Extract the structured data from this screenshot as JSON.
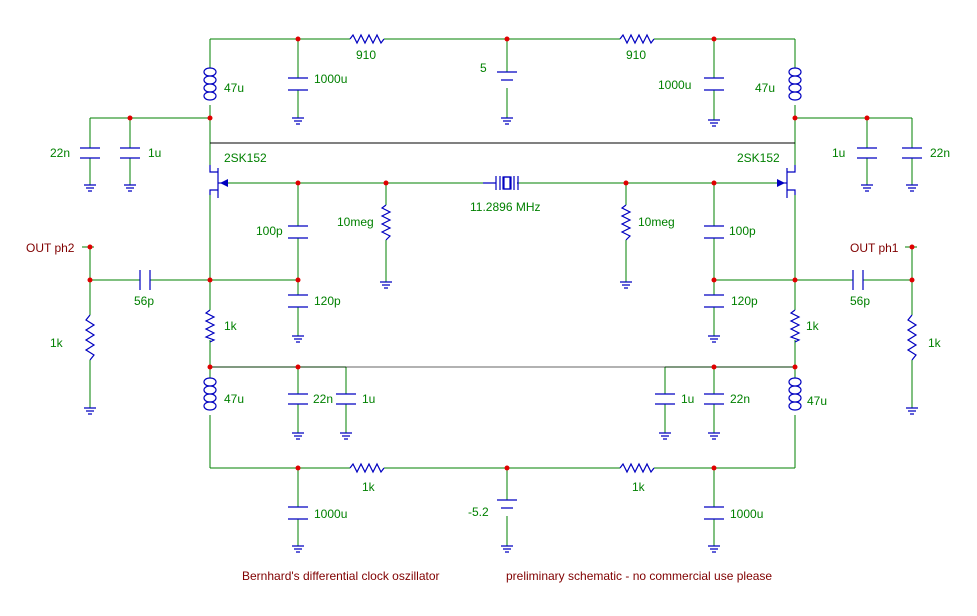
{
  "labels": {
    "r_top_left": "910",
    "r_top_right": "910",
    "vsrc_top": "5",
    "c_top_left": "1000u",
    "c_top_right": "1000u",
    "l_top_left": "47u",
    "l_top_right": "47u",
    "c_left_22n": "22n",
    "c_left_1u": "1u",
    "c_right_1u": "1u",
    "c_right_22n": "22n",
    "fet_left": "2SK152",
    "fet_right": "2SK152",
    "crystal": "11.2896 MHz",
    "r_10meg_left": "10meg",
    "r_10meg_right": "10meg",
    "c_100p_left": "100p",
    "c_100p_right": "100p",
    "c_120p_left": "120p",
    "c_120p_right": "120p",
    "out_left": "OUT ph2",
    "out_right": "OUT ph1",
    "c_56p_left": "56p",
    "c_56p_right": "56p",
    "r_1k_out_left": "1k",
    "r_1k_out_right": "1k",
    "r_1k_src_left": "1k",
    "r_1k_src_right": "1k",
    "l_bot_left": "47u",
    "l_bot_right": "47u",
    "c_bot_22n_left": "22n",
    "c_bot_1u_left": "1u",
    "c_bot_1u_right": "1u",
    "c_bot_22n_right": "22n",
    "r_bot_left": "1k",
    "r_bot_right": "1k",
    "vsrc_bot": "-5.2",
    "c_bot_1000u_left": "1000u",
    "c_bot_1000u_right": "1000u",
    "caption_left": "Bernhard's differential clock oszillator",
    "caption_right": "preliminary schematic - no commercial use please"
  }
}
